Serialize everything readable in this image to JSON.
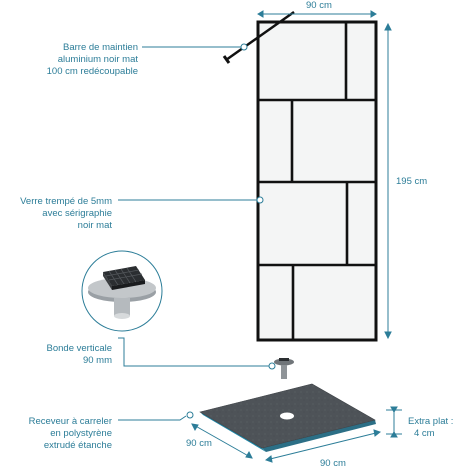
{
  "callouts": {
    "barre": [
      "Barre de maintien",
      "aluminium noir mat",
      "100 cm redécoupable"
    ],
    "verre": [
      "Verre trempé de 5mm",
      "avec sérigraphie",
      "noir mat"
    ],
    "bonde": [
      "Bonde verticale",
      "90 mm"
    ],
    "receveur": [
      "Receveur à carreler",
      "en polystyrène",
      "extrudé étanche"
    ]
  },
  "dimensions": {
    "top_width": "90 cm",
    "height": "195 cm",
    "extra_plat": [
      "Extra plat :",
      "4 cm"
    ],
    "tray_depth": "90 cm",
    "tray_width": "90 cm"
  },
  "colors": {
    "accent": "#2c7d98",
    "frame": "#111111",
    "glass": "#f4f5f5",
    "tray_top": "#50555a",
    "tray_edge": "#1f88a8"
  }
}
